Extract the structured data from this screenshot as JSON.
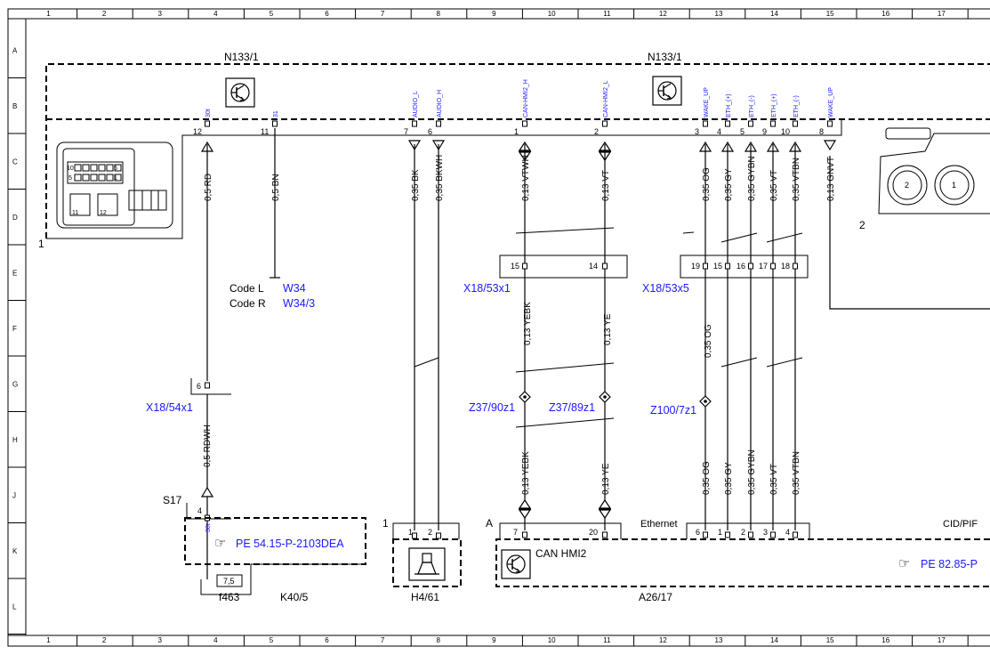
{
  "grid": {
    "columns": [
      "1",
      "2",
      "3",
      "4",
      "5",
      "6",
      "7",
      "8",
      "9",
      "10",
      "11",
      "12",
      "13",
      "14",
      "15",
      "16",
      "17"
    ],
    "rows": [
      "A",
      "B",
      "C",
      "D",
      "E",
      "F",
      "G",
      "H",
      "J",
      "K",
      "L"
    ]
  },
  "components": {
    "n133_left": "N133/1",
    "n133_right": "N133/1",
    "connector1_ref": "1",
    "connector2_ref": "2",
    "conn1_pins": [
      "10",
      "6",
      "5",
      "1",
      "11",
      "12"
    ],
    "conn2_pins": [
      "2",
      "1"
    ],
    "k40": "K40/5",
    "f463": "f463",
    "fuse_rating": "7,5",
    "h4": "H4/61",
    "h4_ref": "1",
    "a26": "A26/17",
    "a26_ref": "A",
    "can_hmi2": "CAN HMI2",
    "ethernet": "Ethernet",
    "cid": "CID/PIF",
    "s17": "S17"
  },
  "n133_pins": [
    {
      "pin": "12",
      "signal": "30t"
    },
    {
      "pin": "11",
      "signal": "31"
    },
    {
      "pin": "7",
      "signal": "AUDIO_L"
    },
    {
      "pin": "6",
      "signal": "AUDIO_H"
    },
    {
      "pin": "1",
      "signal": "CAN-HMI2_H"
    },
    {
      "pin": "2",
      "signal": "CAN-HMI2_L"
    },
    {
      "pin": "3",
      "signal": "WAKE_UP"
    },
    {
      "pin": "4",
      "signal": "ETH_(+)"
    },
    {
      "pin": "5",
      "signal": "ETH_(-)"
    },
    {
      "pin": "9",
      "signal": "ETH_(+)"
    },
    {
      "pin": "10",
      "signal": "ETH_(-)"
    },
    {
      "pin": "8",
      "signal": "WAKE_UP"
    }
  ],
  "wires_top": [
    "0,5 RD",
    "0,5 BN",
    "0,35 BK",
    "0,35 BKWH",
    "0,13 VTWH",
    "0,13 VT",
    "0,35 OG",
    "0,35 GY",
    "0,35 GYBN",
    "0,35 VT",
    "0,35 VTBN",
    "0,13 GNVT"
  ],
  "wires_mid": [
    "0,5 RDWH",
    "0,13 YEBK",
    "0,13 YE",
    "0,35 OG"
  ],
  "wires_bottom": [
    "0,13 YEBK",
    "0,13 YE",
    "0,35 OG",
    "0,35 GY",
    "0,35 GYBN",
    "0,35 VT",
    "0,35 VTBN"
  ],
  "connectors": {
    "x18_53x1": "X18/53x1",
    "x18_53x1_pins": [
      "15",
      "14"
    ],
    "x18_53x5": "X18/53x5",
    "x18_53x5_pins": [
      "19",
      "15",
      "16",
      "17",
      "18"
    ],
    "x18_54x1": "X18/54x1",
    "x18_54x1_pin": "6",
    "s17_pin": "4",
    "s17_signal": "30t",
    "h4_pins": [
      "1",
      "2"
    ],
    "a26_can_pins": [
      "7",
      "20"
    ],
    "a26_eth_pins": [
      "6",
      "1",
      "2",
      "3",
      "4"
    ]
  },
  "splices": {
    "z37_90": "Z37/90z1",
    "z37_89": "Z37/89z1",
    "z100": "Z100/7z1"
  },
  "code_labels": [
    {
      "label": "Code L",
      "ref": "W34"
    },
    {
      "label": "Code R",
      "ref": "W34/3"
    }
  ],
  "references": {
    "pe_5415": "PE 54.15-P-2103DEA",
    "pe_8285": "PE 82.85-P"
  },
  "colors": {
    "link": "#1a1aff",
    "line": "#000000"
  }
}
